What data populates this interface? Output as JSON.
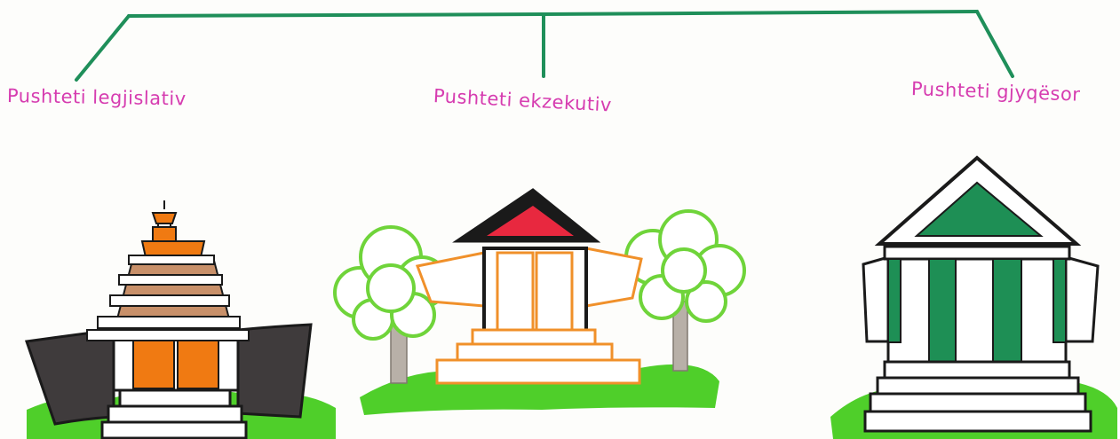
{
  "diagram": {
    "branches": [
      {
        "id": "legislative",
        "label": "Pushteti legjislativ"
      },
      {
        "id": "executive",
        "label": "Pushteti ekzekutiv"
      },
      {
        "id": "judicial",
        "label": "Pushteti gjyqësor"
      }
    ]
  },
  "colors": {
    "connector": "#1f8f5a",
    "label": "#d63cb0",
    "grass": "#4fcf2a",
    "outline": "#1a1a1a",
    "dome_orange": "#f07a12",
    "wing_gray": "#3f3b3c",
    "roof_red": "#e8283f",
    "building_orange": "#f0902a",
    "tree_green": "#6fd43a",
    "column_green": "#1e8f55"
  }
}
